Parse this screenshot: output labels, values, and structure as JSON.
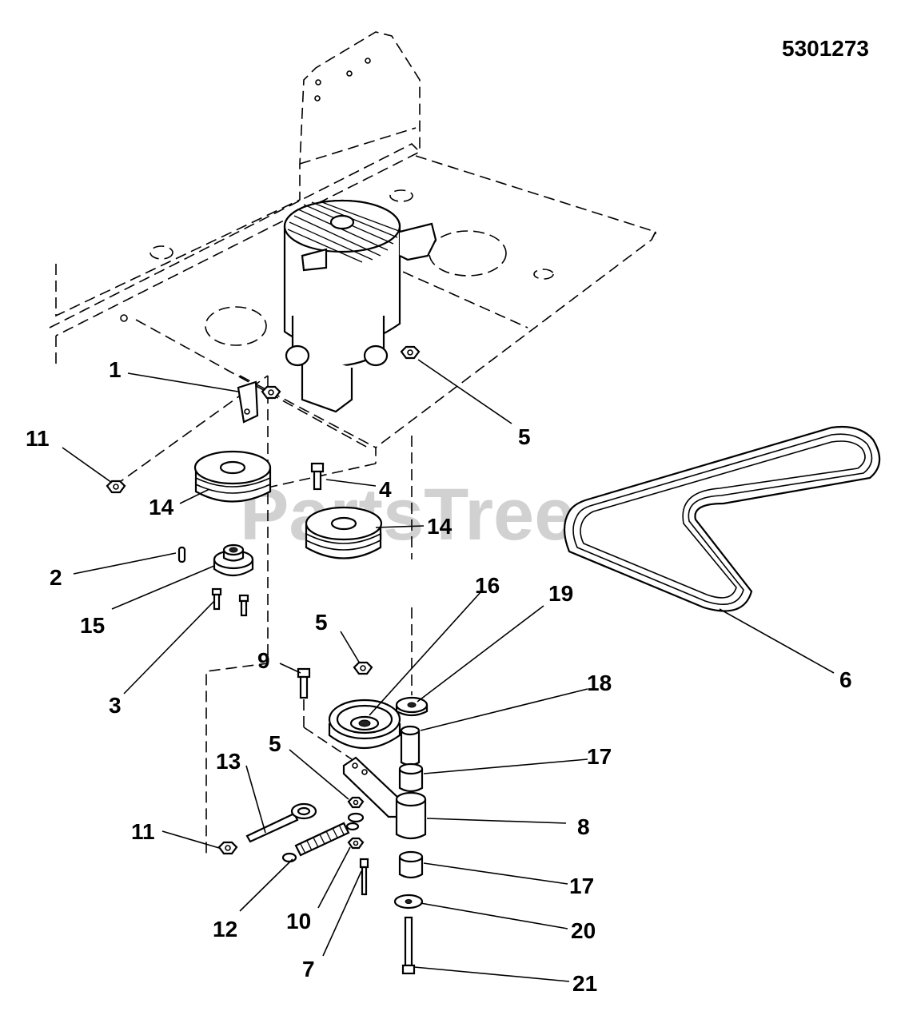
{
  "document_number": "5301273",
  "watermark": "PartsTree",
  "callouts": [
    {
      "id": "c1",
      "label": "1"
    },
    {
      "id": "c2",
      "label": "2"
    },
    {
      "id": "c3",
      "label": "3"
    },
    {
      "id": "c4",
      "label": "4"
    },
    {
      "id": "c5a",
      "label": "5"
    },
    {
      "id": "c5b",
      "label": "5"
    },
    {
      "id": "c5c",
      "label": "5"
    },
    {
      "id": "c6",
      "label": "6"
    },
    {
      "id": "c7",
      "label": "7"
    },
    {
      "id": "c8",
      "label": "8"
    },
    {
      "id": "c9",
      "label": "9"
    },
    {
      "id": "c10",
      "label": "10"
    },
    {
      "id": "c11a",
      "label": "11"
    },
    {
      "id": "c11b",
      "label": "11"
    },
    {
      "id": "c12",
      "label": "12"
    },
    {
      "id": "c13",
      "label": "13"
    },
    {
      "id": "c14a",
      "label": "14"
    },
    {
      "id": "c14b",
      "label": "14"
    },
    {
      "id": "c15",
      "label": "15"
    },
    {
      "id": "c16",
      "label": "16"
    },
    {
      "id": "c17a",
      "label": "17"
    },
    {
      "id": "c17b",
      "label": "17"
    },
    {
      "id": "c18",
      "label": "18"
    },
    {
      "id": "c19",
      "label": "19"
    },
    {
      "id": "c20",
      "label": "20"
    },
    {
      "id": "c21",
      "label": "21"
    }
  ]
}
